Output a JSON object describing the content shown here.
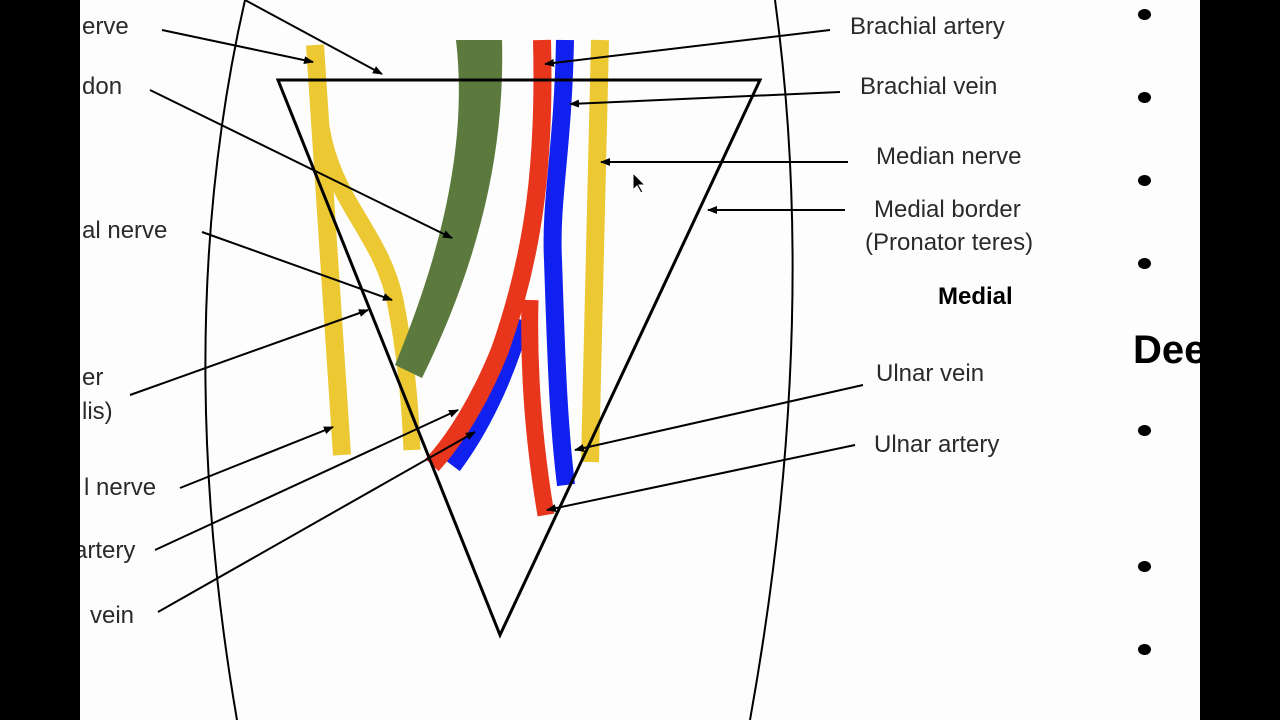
{
  "left_labels": {
    "nerve_top": "erve",
    "tendon": "don",
    "lateral_nerve": "al nerve",
    "border_line1": "er",
    "border_line2": "lis)",
    "radial_nerve": "l nerve",
    "radial_artery": "artery",
    "radial_vein": "vein"
  },
  "right_labels": {
    "brachial_artery": "Brachial artery",
    "brachial_vein": "Brachial vein",
    "median_nerve": "Median nerve",
    "medial_border_line1": "Medial border",
    "medial_border_line2": "(Pronator teres)",
    "medial": "Medial",
    "ulnar_vein": "Ulnar vein",
    "ulnar_artery": "Ulnar artery"
  },
  "slide_heading": "Dee",
  "colors": {
    "nerve": "#ecc832",
    "tendon": "#5c7a3e",
    "artery": "#e8361c",
    "vein": "#1020ee"
  }
}
